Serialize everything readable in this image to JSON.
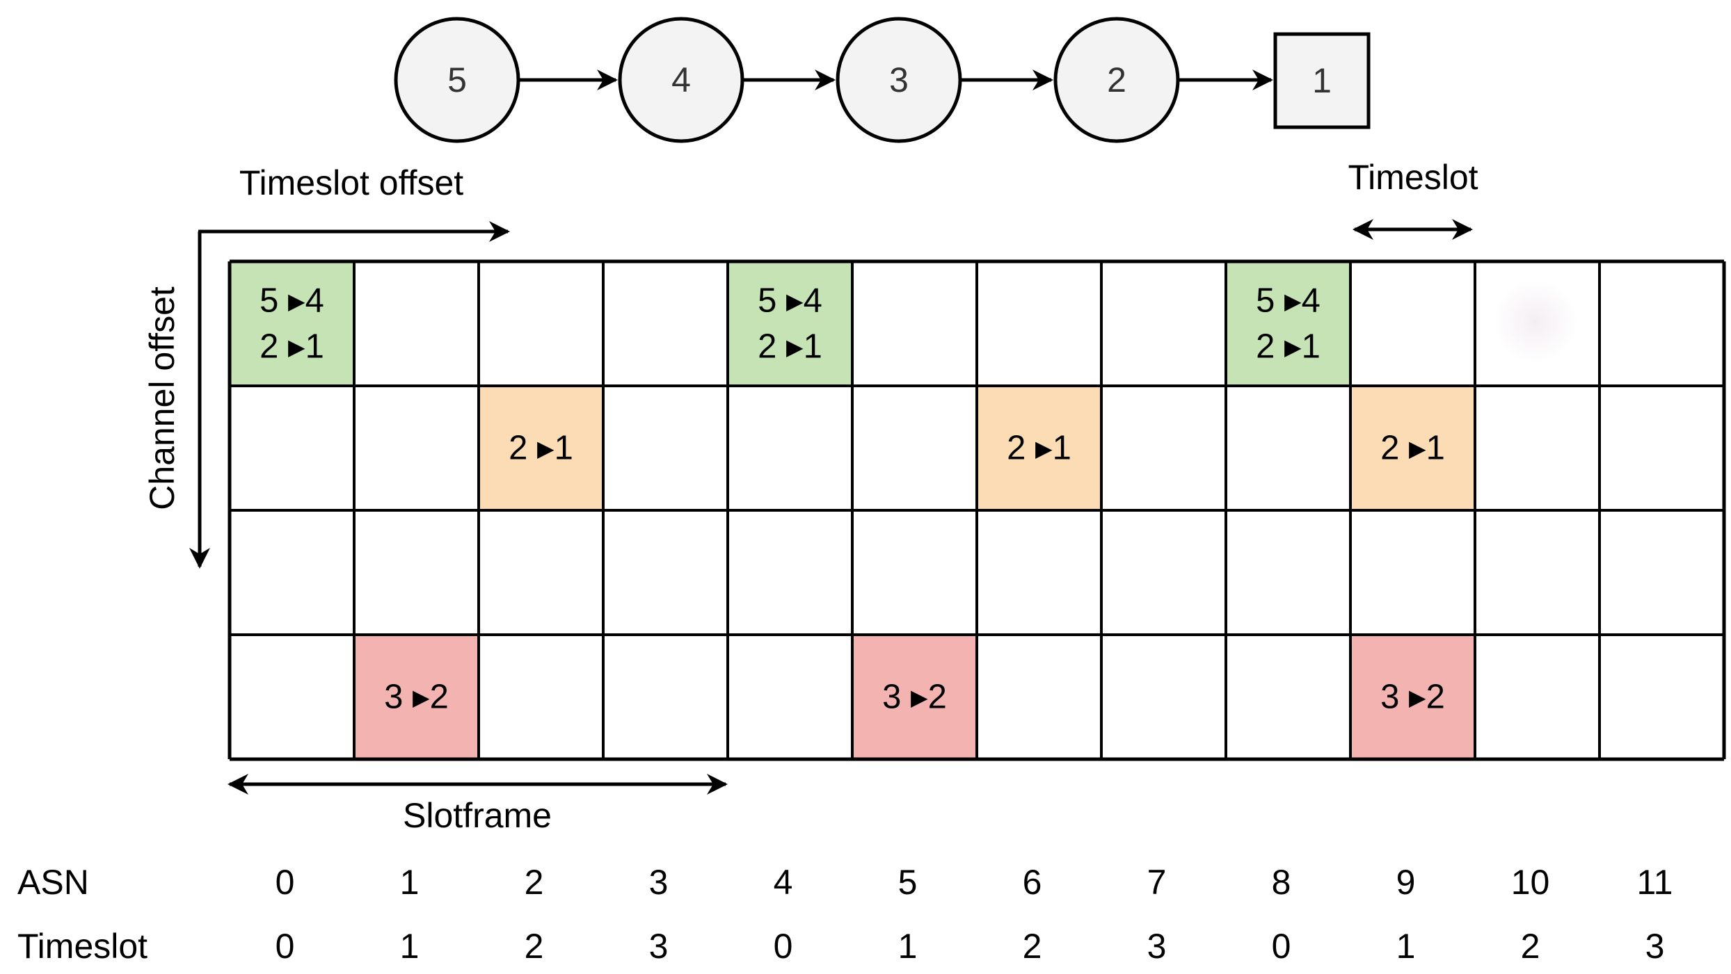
{
  "nodes": [
    {
      "id": "5",
      "shape": "circle"
    },
    {
      "id": "4",
      "shape": "circle"
    },
    {
      "id": "3",
      "shape": "circle"
    },
    {
      "id": "2",
      "shape": "circle"
    },
    {
      "id": "1",
      "shape": "square"
    }
  ],
  "labels": {
    "timeslot_offset": "Timeslot offset",
    "timeslot": "Timeslot",
    "channel_offset": "Channel offset",
    "slotframe": "Slotframe",
    "asn_row": "ASN",
    "timeslot_row": "Timeslot"
  },
  "grid": {
    "columns": 12,
    "rows": 4,
    "cells": [
      {
        "row": 0,
        "col": 0,
        "color": "#c5e3b5",
        "lines": [
          "5 ▸4",
          "2 ▸1"
        ]
      },
      {
        "row": 0,
        "col": 4,
        "color": "#c5e3b5",
        "lines": [
          "5 ▸4",
          "2 ▸1"
        ]
      },
      {
        "row": 0,
        "col": 8,
        "color": "#c5e3b5",
        "lines": [
          "5 ▸4",
          "2 ▸1"
        ]
      },
      {
        "row": 1,
        "col": 2,
        "color": "#fcdcb4",
        "lines": [
          "2 ▸1"
        ]
      },
      {
        "row": 1,
        "col": 6,
        "color": "#fcdcb4",
        "lines": [
          "2 ▸1"
        ]
      },
      {
        "row": 1,
        "col": 9,
        "color": "#fcdcb4",
        "lines": [
          "2 ▸1"
        ]
      },
      {
        "row": 3,
        "col": 1,
        "color": "#f3b3b1",
        "lines": [
          "3 ▸2"
        ]
      },
      {
        "row": 3,
        "col": 5,
        "color": "#f3b3b1",
        "lines": [
          "3 ▸2"
        ]
      },
      {
        "row": 3,
        "col": 9,
        "color": "#f3b3b1",
        "lines": [
          "3 ▸2"
        ]
      }
    ]
  },
  "asn_values": [
    "0",
    "1",
    "2",
    "3",
    "4",
    "5",
    "6",
    "7",
    "8",
    "9",
    "10",
    "11"
  ],
  "timeslot_values": [
    "0",
    "1",
    "2",
    "3",
    "0",
    "1",
    "2",
    "3",
    "0",
    "1",
    "2",
    "3"
  ]
}
